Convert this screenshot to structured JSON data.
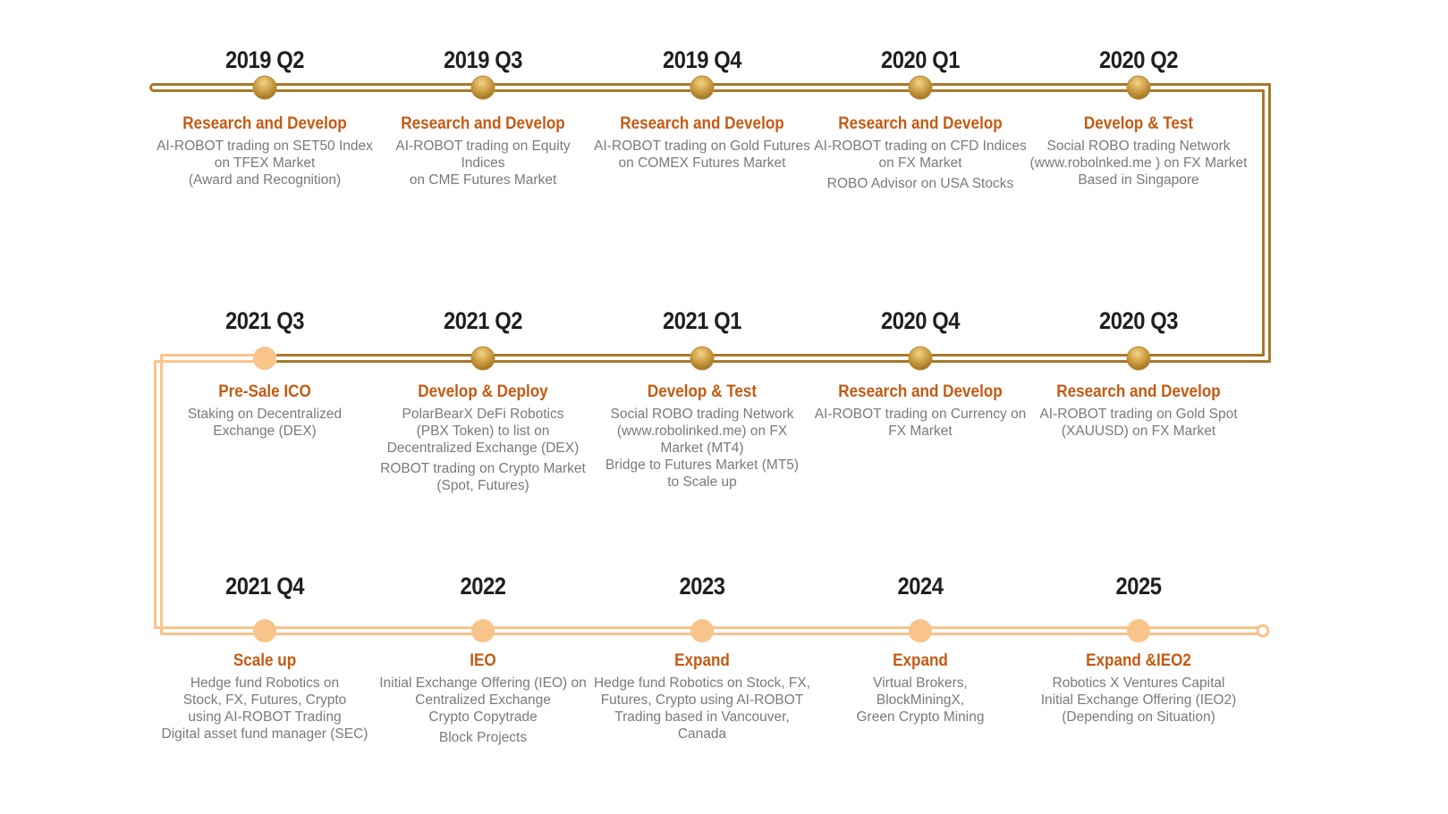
{
  "colors": {
    "gold_dark": "#a8782a",
    "gold_light": "#e3c079",
    "peach": "#f8c48a",
    "title": "#c55a11",
    "period": "#1f1f1f",
    "body_text": "#7a7a7a"
  },
  "rows": [
    {
      "direction": "left-to-right",
      "milestones": [
        {
          "period": "2019 Q2",
          "status": "done",
          "title": "Research and Develop",
          "lines": [
            "AI-ROBOT trading on SET50 Index",
            "on TFEX Market",
            "(Award and Recognition)"
          ]
        },
        {
          "period": "2019 Q3",
          "status": "done",
          "title": "Research and Develop",
          "lines": [
            "AI-ROBOT trading on Equity",
            "Indices",
            "on CME Futures Market"
          ]
        },
        {
          "period": "2019 Q4",
          "status": "done",
          "title": "Research and Develop",
          "lines": [
            "AI-ROBOT trading on Gold Futures",
            "on COMEX Futures Market"
          ]
        },
        {
          "period": "2020 Q1",
          "status": "done",
          "title": "Research and Develop",
          "lines": [
            "AI-ROBOT trading on CFD Indices",
            "on FX Market",
            "",
            "ROBO Advisor on USA Stocks"
          ]
        },
        {
          "period": "2020 Q2",
          "status": "done",
          "title": "Develop & Test",
          "lines": [
            "Social ROBO trading Network",
            "(www.robolnked.me ) on FX Market",
            "Based in Singapore"
          ]
        }
      ]
    },
    {
      "direction": "right-to-left",
      "milestones": [
        {
          "period": "2021 Q3",
          "status": "upcoming",
          "title": "Pre-Sale ICO",
          "lines": [
            "Staking on Decentralized",
            "Exchange (DEX)"
          ]
        },
        {
          "period": "2021 Q2",
          "status": "done",
          "title": "Develop &  Deploy",
          "lines": [
            "PolarBearX DeFi Robotics",
            "(PBX Token) to list on",
            "Decentralized Exchange (DEX)",
            "",
            "ROBOT trading on Crypto Market",
            "(Spot, Futures)"
          ]
        },
        {
          "period": "2021 Q1",
          "status": "done",
          "title": "Develop & Test",
          "lines": [
            "Social ROBO trading Network",
            "(www.robolinked.me) on FX",
            "Market (MT4)",
            "Bridge to Futures Market (MT5)",
            "to Scale up"
          ]
        },
        {
          "period": "2020 Q4",
          "status": "done",
          "title": "Research and Develop",
          "lines": [
            "AI-ROBOT trading on Currency on",
            "FX Market"
          ]
        },
        {
          "period": "2020 Q3",
          "status": "done",
          "title": "Research and Develop",
          "lines": [
            "AI-ROBOT trading on Gold Spot",
            "(XAUUSD) on FX Market"
          ]
        }
      ]
    },
    {
      "direction": "left-to-right",
      "milestones": [
        {
          "period": "2021 Q4",
          "status": "upcoming",
          "title": "Scale up",
          "lines": [
            "Hedge fund Robotics on",
            "Stock, FX, Futures, Crypto",
            "using AI-ROBOT Trading",
            "Digital asset fund manager (SEC)"
          ]
        },
        {
          "period": "2022",
          "status": "upcoming",
          "title": "IEO",
          "lines": [
            "Initial Exchange Offering (IEO) on",
            "Centralized Exchange",
            "Crypto Copytrade",
            "",
            "Block Projects"
          ]
        },
        {
          "period": "2023",
          "status": "upcoming",
          "title": "Expand",
          "lines": [
            "Hedge fund Robotics on Stock, FX,",
            "Futures, Crypto using AI-ROBOT",
            "Trading based in Vancouver,",
            "Canada"
          ]
        },
        {
          "period": "2024",
          "status": "upcoming",
          "title": "Expand",
          "lines": [
            "Virtual Brokers,",
            "BlockMiningX,",
            "Green Crypto Mining"
          ]
        },
        {
          "period": "2025",
          "status": "upcoming",
          "title": "Expand &IEO2",
          "lines": [
            "Robotics X Ventures Capital",
            "Initial Exchange Offering (IEO2)",
            "(Depending on Situation)"
          ]
        }
      ]
    }
  ]
}
